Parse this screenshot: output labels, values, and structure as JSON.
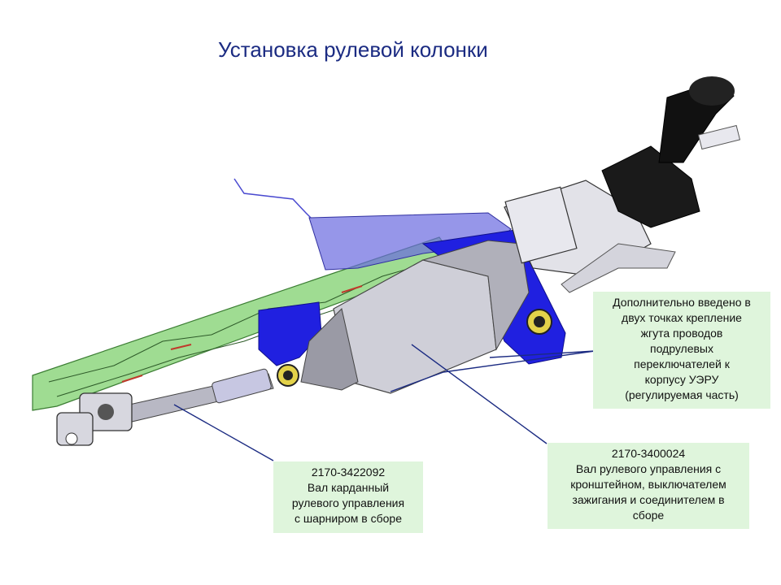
{
  "title": "Установка рулевой колонки",
  "callouts": {
    "cardan": {
      "code": "2170-3422092",
      "lines": [
        "Вал карданный",
        "рулевого управления",
        "с шарниром в сборе"
      ]
    },
    "column": {
      "code": "2170-3400024",
      "lines": [
        "Вал рулевого управления с",
        "кронштейном, выключателем",
        "зажигания и соединителем в",
        "сборе"
      ]
    },
    "harness": {
      "lines": [
        "Дополнительно введено в",
        "двух точках крепление",
        "жгута проводов",
        "подрулевых",
        "переключателей к",
        "корпусу УЭРУ",
        "(регулируемая часть)"
      ]
    }
  },
  "colors": {
    "title": "#1b2b82",
    "callout_bg": "#dff5dc",
    "leader": "#1b2b82",
    "green_beam": "#7fd06e",
    "blue_bracket": "#2020e0",
    "blue_shield": "#6a6ae0",
    "metal": "#c9c9d2",
    "dark_metal": "#2a2a2a"
  }
}
